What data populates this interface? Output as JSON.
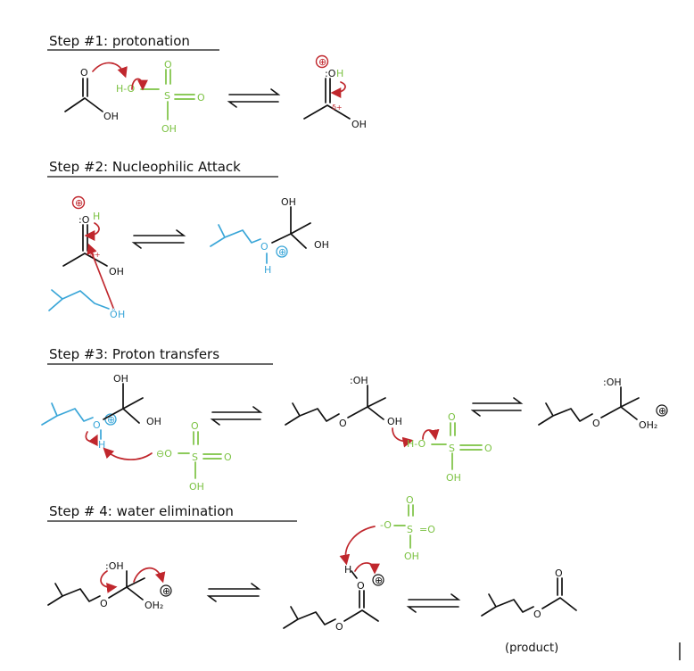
{
  "steps": [
    {
      "title": "Step #1: protonation"
    },
    {
      "title": "Step #2: Nucleophilic Attack"
    },
    {
      "title": "Step #3: Proton transfers"
    },
    {
      "title": "Step # 4: water elimination"
    }
  ],
  "atoms": {
    "O": "O",
    "OH": "OH",
    "H": "H",
    "S": "S",
    "OH2": "OH₂",
    "colonOH": ":OH",
    "Olone": "Ö",
    "Odots": ":O",
    "Oanion": "⊖O",
    "dash_O": "-O",
    "HO": "H-O",
    "delta": "δ+",
    "plus": "⊕",
    "eqO": "=O"
  },
  "product_label": "(product)",
  "colors": {
    "ink": "#111111",
    "acid": "#7cc243",
    "alcohol": "#3aa6d8",
    "arrow": "#c0272d"
  }
}
